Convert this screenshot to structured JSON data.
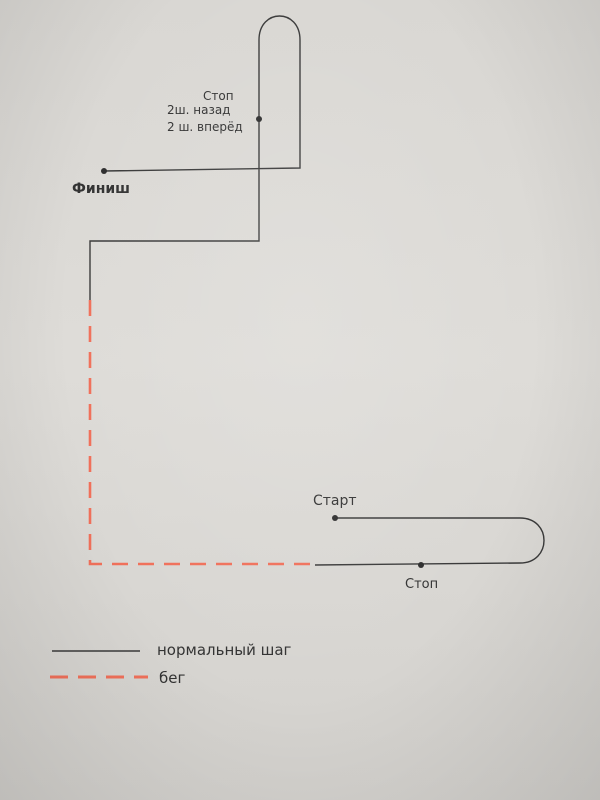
{
  "labels": {
    "start": "Старт",
    "stop_bottom": "Стоп",
    "stop_top": "Стоп",
    "steps_back": "2ш. назад",
    "steps_forward": "2 ш. вперёд",
    "finish": "Финиш"
  },
  "legend": {
    "normal_step": "нормальный шаг",
    "run": "бег"
  },
  "colors": {
    "pencil": "#3a3a3a",
    "run_dash": "#f0705a",
    "paper": "#dcdad6"
  }
}
